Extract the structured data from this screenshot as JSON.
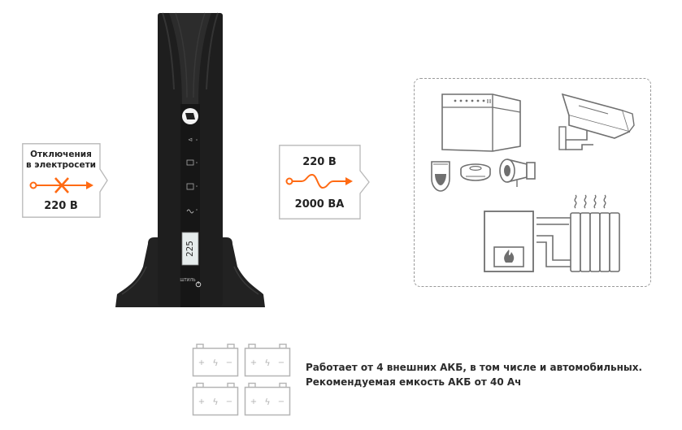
{
  "input_callout": {
    "title_line1": "Отключения",
    "title_line2": "в электросети",
    "voltage": "220 В",
    "icon": "power-outage-icon"
  },
  "output_callout": {
    "voltage": "220 В",
    "power": "2000 ВА",
    "icon": "sine-wave-icon"
  },
  "ups": {
    "display_value": "225",
    "brand": "ШТИЛЬ",
    "icons": [
      "logo-icon",
      "input-icon",
      "battery-icon",
      "output-icon",
      "sine-icon",
      "power-button-icon"
    ]
  },
  "loads": {
    "icons": [
      "control-panel-icon",
      "security-camera-icon",
      "motion-sensor-icon",
      "smoke-detector-icon",
      "siren-icon",
      "gas-boiler-icon",
      "radiator-icon"
    ]
  },
  "batteries": {
    "count": 4,
    "icon": "battery-icon"
  },
  "note": {
    "line1": "Работает от 4 внешних АКБ, в том числе и автомобильных.",
    "line2": "Рекомендуемая емкость АКБ от 40 Ач"
  },
  "colors": {
    "accent": "#ff6a13",
    "ups_body": "#1e1e1e",
    "icon_gray": "#6f6f6f",
    "battery_gray": "#b5b5b5",
    "dashed_border": "#9a9a9a"
  }
}
